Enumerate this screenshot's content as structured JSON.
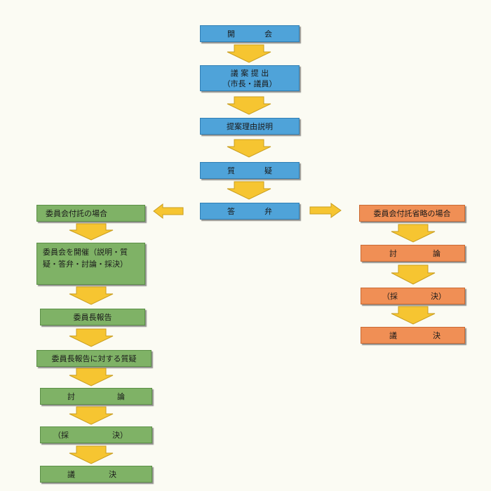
{
  "main_flow": {
    "opening": [
      "開",
      "会"
    ],
    "proposal": {
      "line1": "議 案 提 出",
      "line2": "（市長・議員）"
    },
    "explanation": "提案理由説明",
    "question": [
      "質",
      "疑"
    ],
    "answer": [
      "答",
      "弁"
    ]
  },
  "committee_branch": {
    "header": "委員会付託の場合",
    "meeting": "委員会を開催（説明・質疑・答弁・討論・採決）",
    "report": "委員長報告",
    "report_question": "委員長報告に対する質疑",
    "debate": [
      "討",
      "論"
    ],
    "vote": [
      "（採",
      "決）"
    ],
    "decision": [
      "議",
      "決"
    ]
  },
  "omission_branch": {
    "header": "委員会付託省略の場合",
    "debate": [
      "討",
      "論"
    ],
    "vote": [
      "（採",
      "決）"
    ],
    "decision": [
      "議",
      "決"
    ]
  },
  "colors": {
    "main": "#4fa3d9",
    "committee": "#7fb266",
    "omission": "#f08f55",
    "arrow": "#f6c531"
  }
}
